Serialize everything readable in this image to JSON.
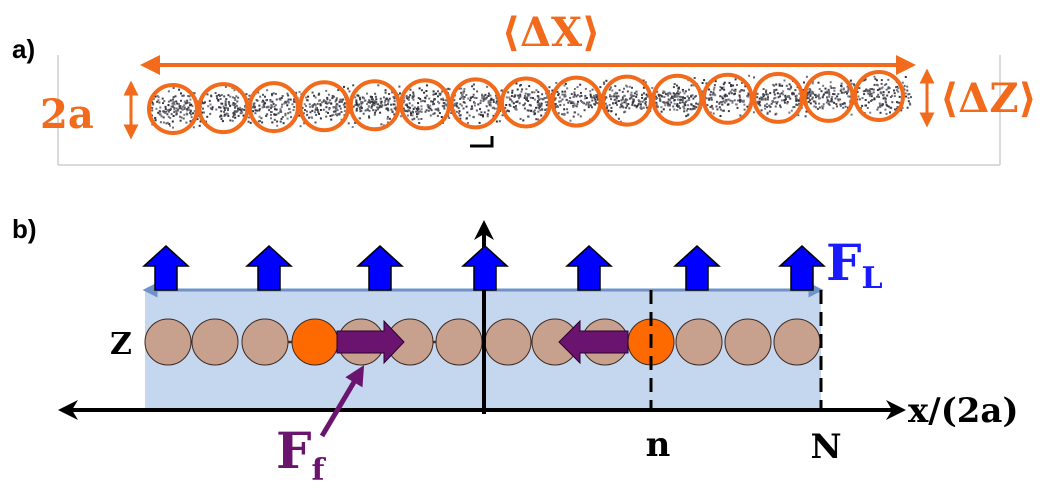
{
  "panel_a": {
    "label": "a)",
    "delta_x": "⟨ΔX⟩",
    "two_a": "2a",
    "delta_z": "⟨ΔZ⟩",
    "particle_count": 15,
    "color": "#f26a1b"
  },
  "panel_b": {
    "label": "b)",
    "z_label": "Z",
    "x_axis_label": "x/(2a)",
    "n_label": "n",
    "N_label": "N",
    "FL_main": "F",
    "FL_sub": "L",
    "Ff_main": "F",
    "Ff_sub": "f",
    "particle_count": 14,
    "highlighted_particles": [
      4,
      11
    ],
    "lift_arrow_count": 7,
    "colors": {
      "particle": "#c8a08e",
      "highlight": "#ff6a00",
      "band": "#c5d7ee",
      "lift_arrow": "#0000ff",
      "friction": "#6a1470",
      "fl_text": "#1a1aff",
      "ff_text": "#6a1470"
    }
  }
}
